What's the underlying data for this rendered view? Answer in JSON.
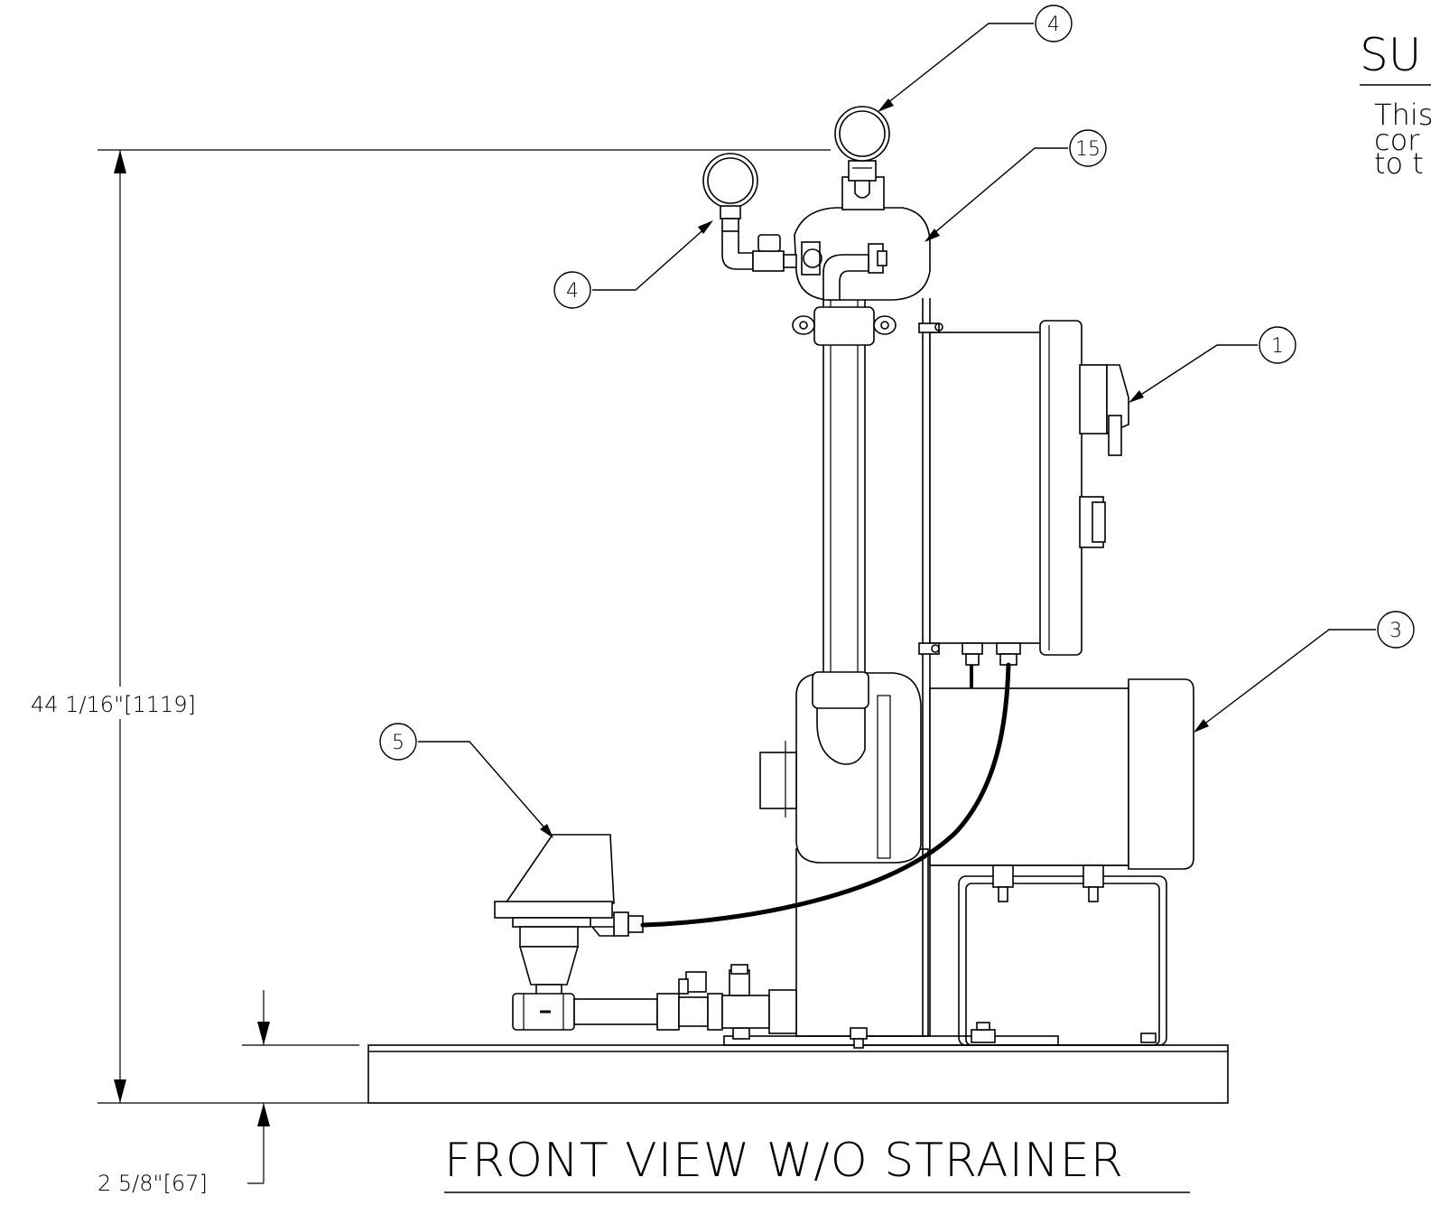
{
  "view_title": "FRONT VIEW W/O STRAINER",
  "side_panel": {
    "title": "SU",
    "note_lines": [
      "This",
      "cor",
      "to t"
    ]
  },
  "dimensions": {
    "overall_height": "44 1/16\"[1119]",
    "base_height": "2 5/8\"[67]"
  },
  "balloons": [
    {
      "id": "balloon-4-top",
      "label": "4"
    },
    {
      "id": "balloon-15",
      "label": "15"
    },
    {
      "id": "balloon-4-left",
      "label": "4"
    },
    {
      "id": "balloon-1",
      "label": "1"
    },
    {
      "id": "balloon-3",
      "label": "3"
    },
    {
      "id": "balloon-5",
      "label": "5"
    }
  ]
}
